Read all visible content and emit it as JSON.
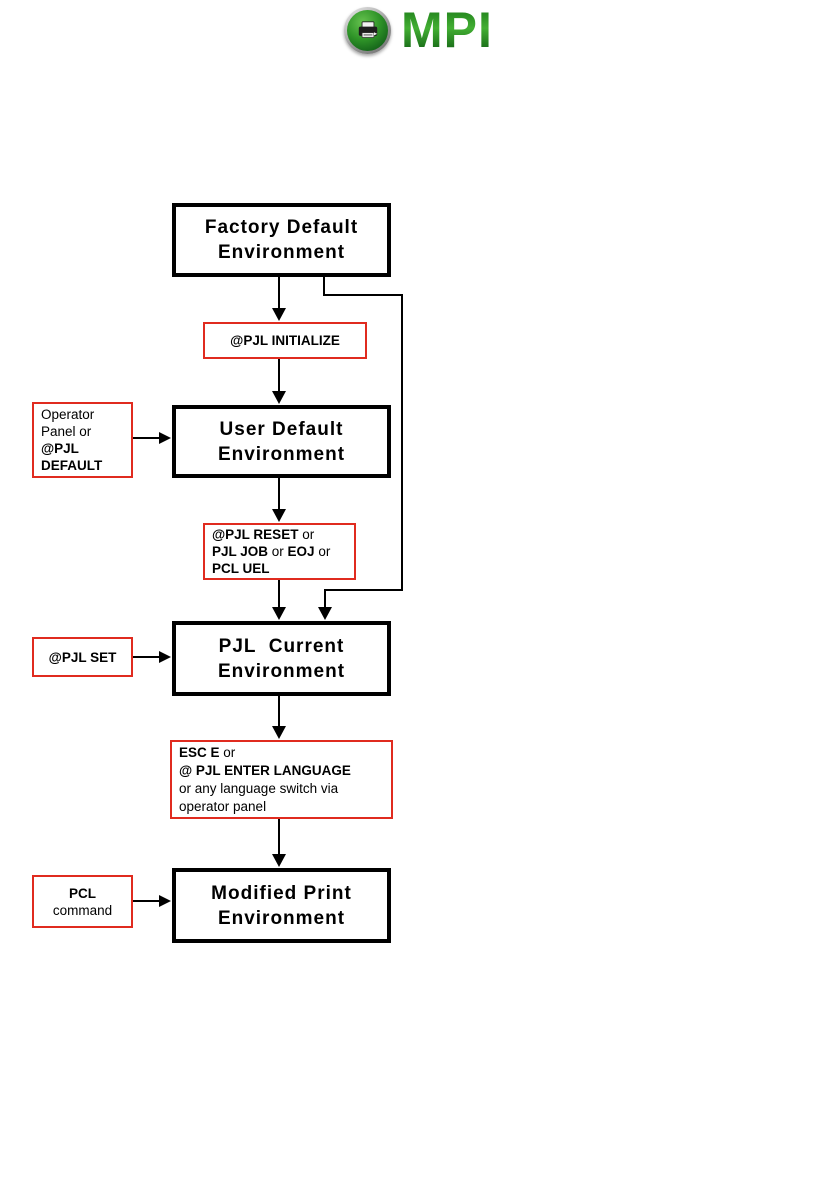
{
  "logo": {
    "text": "MPI",
    "icon": "printer-icon",
    "green_dark": "#14631a",
    "green_light": "#43af33"
  },
  "flowchart": {
    "colors": {
      "env_box_border": "#000000",
      "cmd_box_border": "#e02b1f",
      "connector": "#000000"
    },
    "factory": {
      "line1": "Factory Default",
      "line2": "Environment"
    },
    "user": {
      "line1": "User Default",
      "line2": "Environment"
    },
    "current": {
      "line1": "PJL  Current",
      "line2": "Environment"
    },
    "modified": {
      "line1": "Modified Print",
      "line2": "Environment"
    },
    "initialize": {
      "text": "@PJL INITIALIZE"
    },
    "operator": {
      "line1": "Operator",
      "line2": "Panel or",
      "line3": "@PJL",
      "line4": "DEFAULT"
    },
    "reset": {
      "l1a": "@PJL RESET",
      "l1b": " or",
      "l2a": "PJL JOB",
      "l2b": " or ",
      "l2c": "EOJ",
      "l2d": " or",
      "l3a": "PCL UEL"
    },
    "set": {
      "text": "@PJL SET"
    },
    "esc": {
      "l1a": "ESC E",
      "l1b": " or",
      "l2": "@ PJL ENTER LANGUAGE",
      "l3": "or any language switch via",
      "l4": "operator panel"
    },
    "pcl": {
      "line1": "PCL",
      "line2": "command"
    }
  }
}
